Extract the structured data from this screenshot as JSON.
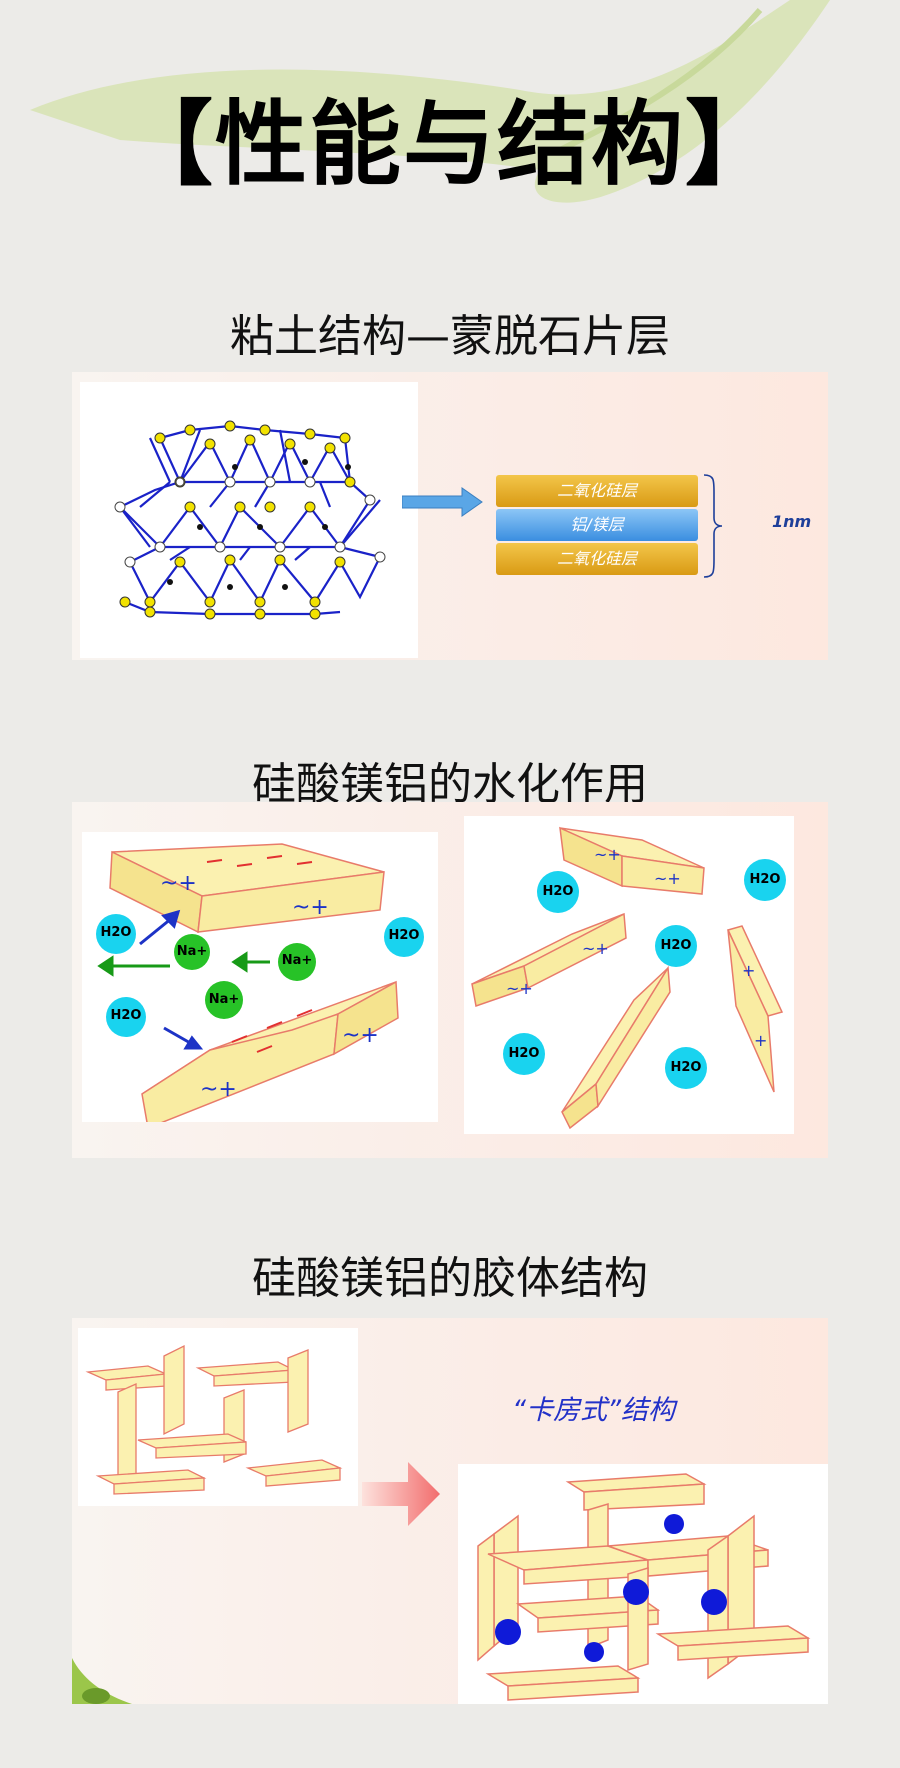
{
  "header": {
    "title": "【性能与结构】"
  },
  "sections": [
    {
      "title": "粘土结构—蒙脱石片层",
      "layers": [
        "二氧化硅层",
        "铝/镁层",
        "二氧化硅层"
      ],
      "thickness_label": "1nm"
    },
    {
      "title": "硅酸镁铝的水化作用",
      "water_label": "H2O",
      "sodium_label": "Na+"
    },
    {
      "title": "硅酸镁铝的胶体结构",
      "card_house_label": "“卡房式”结构"
    }
  ],
  "colors": {
    "silica_layer": "#e0a81c",
    "metal_layer": "#4a9fe6",
    "platelet": "#fbf1b0",
    "water": "#19d3ef",
    "sodium": "#27c227"
  }
}
